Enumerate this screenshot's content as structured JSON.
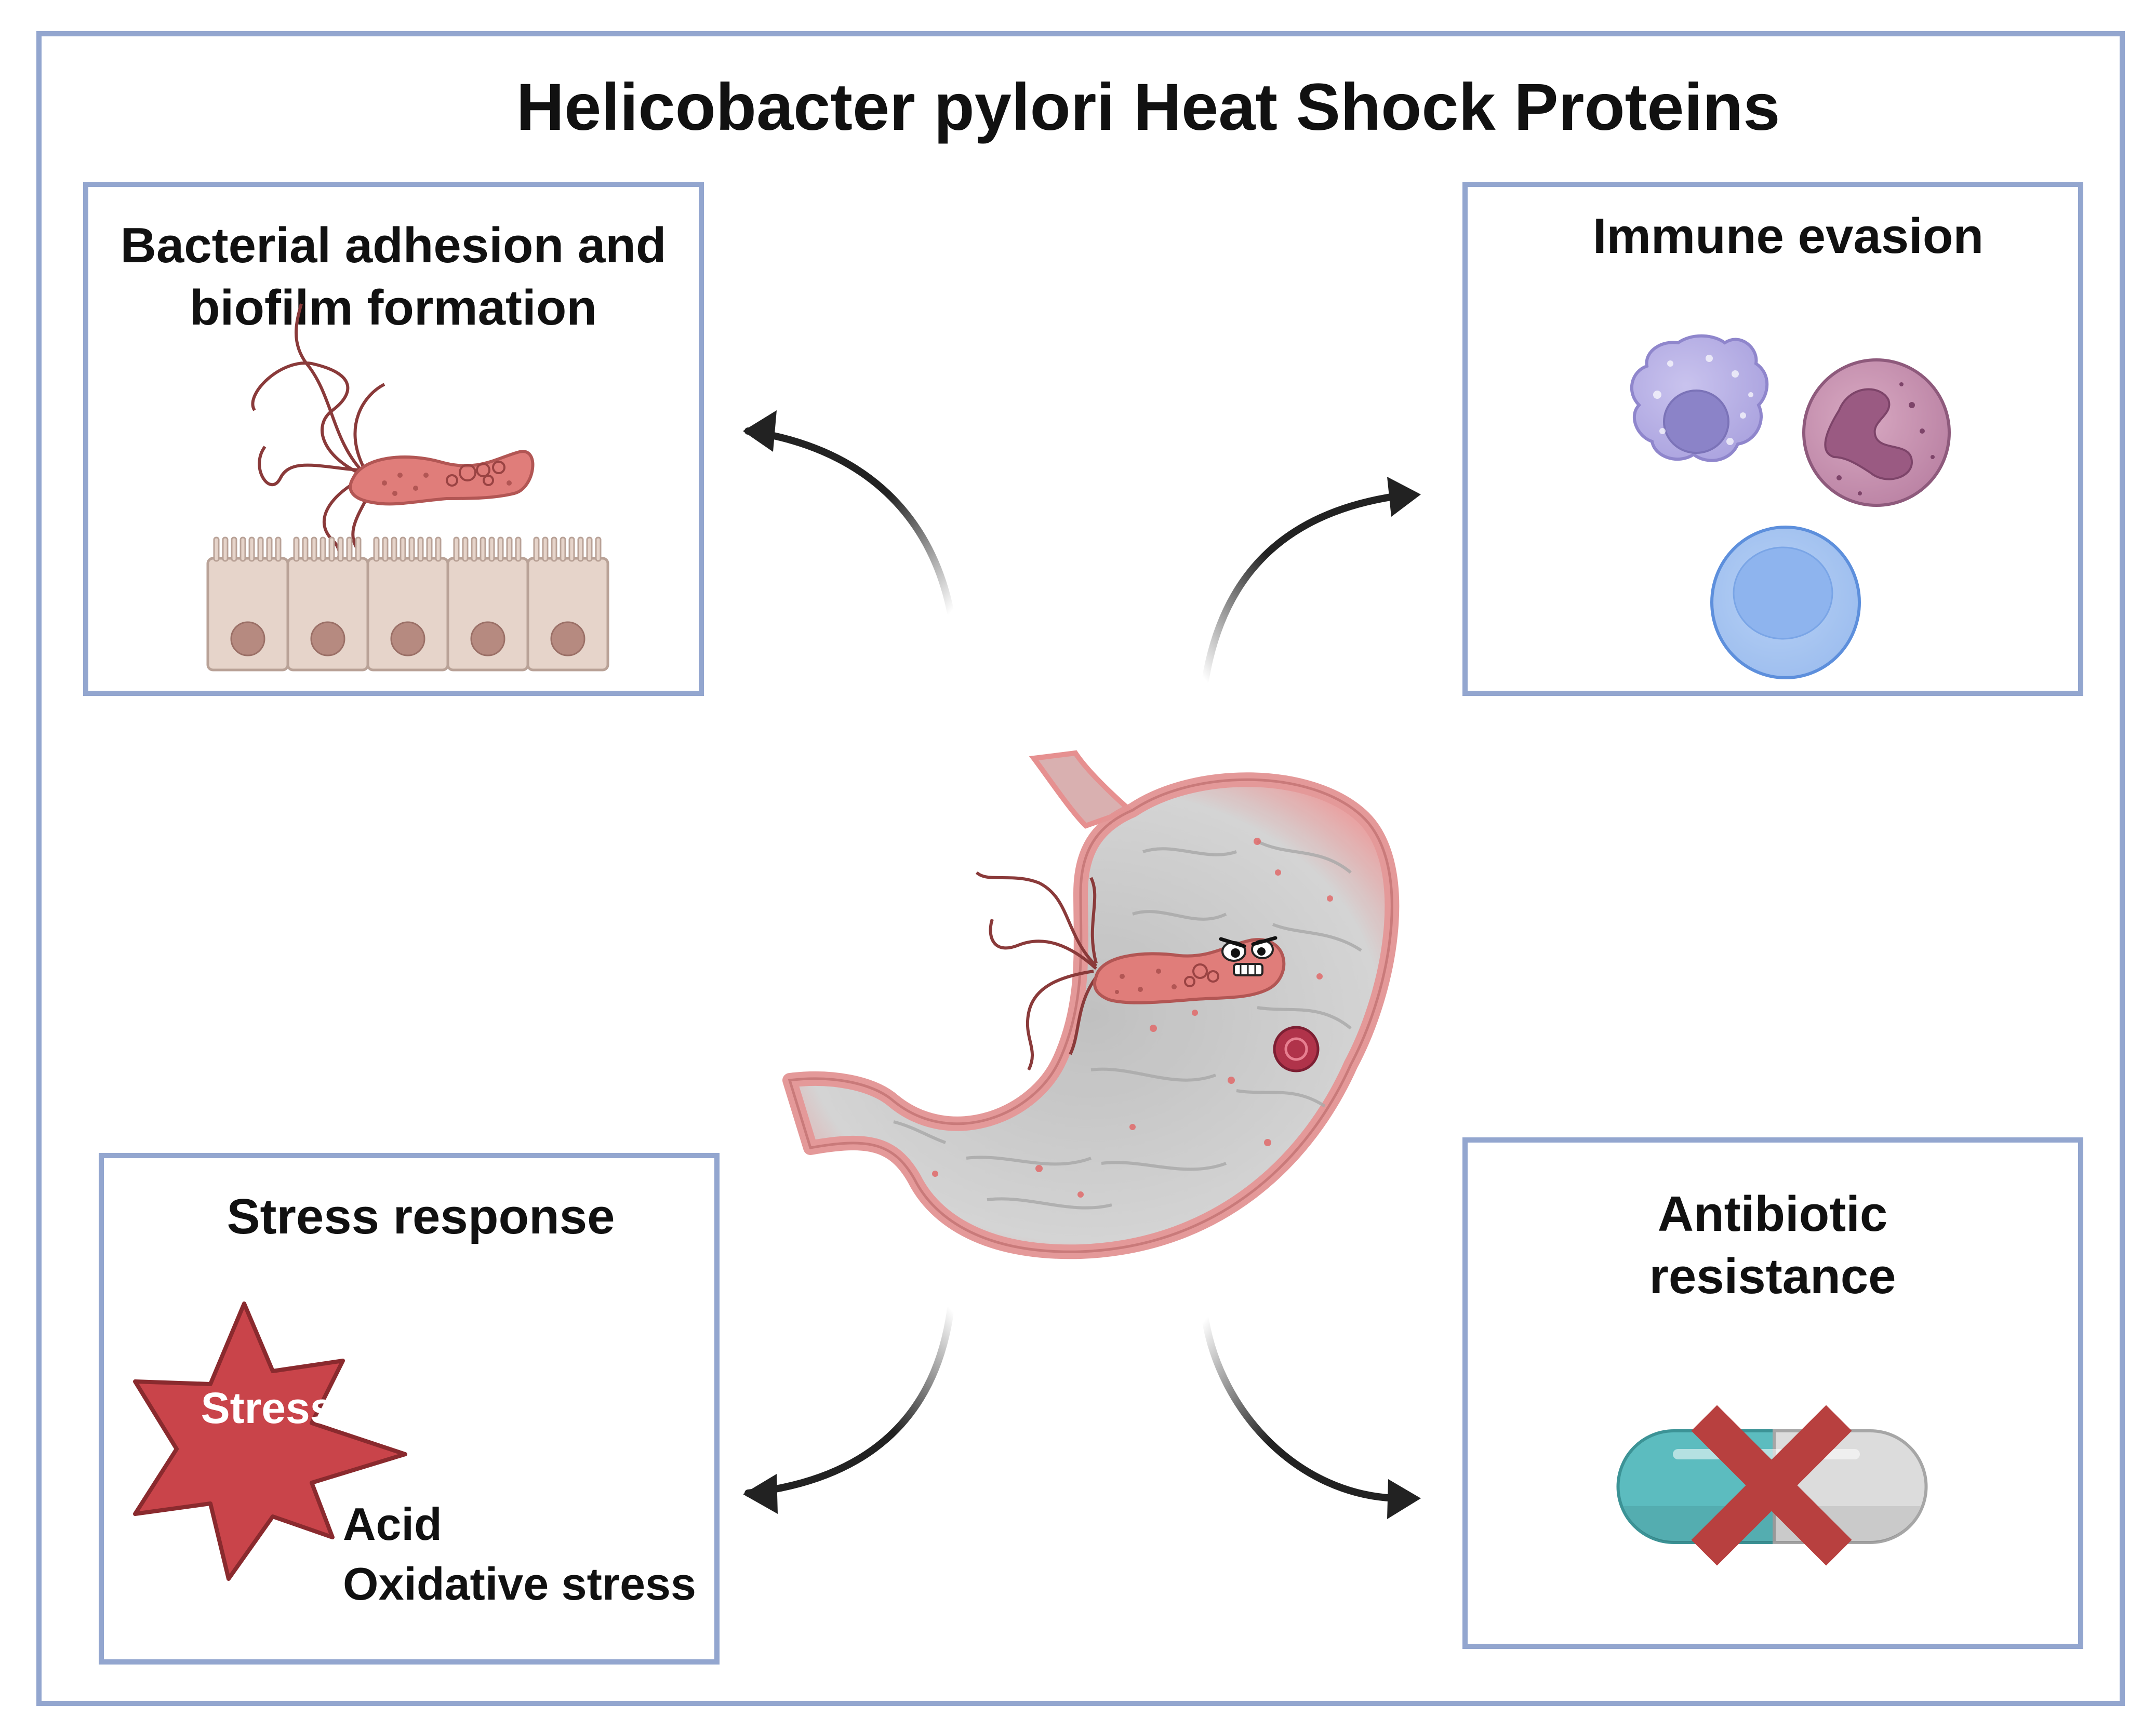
{
  "title": "Helicobacter pylori Heat Shock Proteins",
  "colors": {
    "frame": "#93a6cf",
    "arrow": "#222222",
    "bacterium": "#e07d7a",
    "epithelium": "#e6d4ca",
    "stomach": "#c8c8c8",
    "stomach_inflamed": "#e69090",
    "stress": "#c9444a",
    "pill_teal": "#5cbcbf",
    "pill_grey": "#d8d8d8",
    "cross": "#b8403f"
  },
  "panels": {
    "adhesion": {
      "title_line1": "Bacterial adhesion and",
      "title_line2": "biofilm formation"
    },
    "immune": {
      "title": "Immune evasion"
    },
    "stress": {
      "title": "Stress response",
      "badge": "Stress",
      "item1": "Acid",
      "item2": "Oxidative stress"
    },
    "antibiotic": {
      "title_line1": "Antibiotic",
      "title_line2": "resistance"
    }
  },
  "icons": {
    "bacterium": "helicobacter-icon",
    "epithelium": "epithelial-cells-icon",
    "macrophage": "macrophage-icon",
    "neutrophil": "neutrophil-icon",
    "lymphocyte": "lymphocyte-icon",
    "stomach": "stomach-icon",
    "stress": "stress-burst-icon",
    "pill": "capsule-icon",
    "cross": "cross-icon"
  }
}
